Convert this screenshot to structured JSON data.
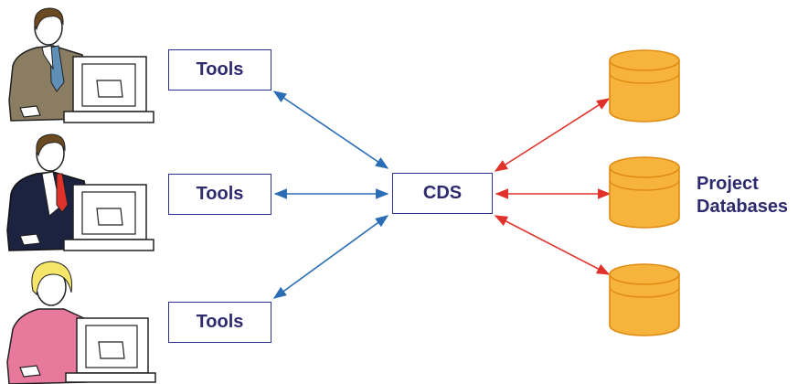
{
  "users": [
    {
      "role": "user",
      "icon": "person-at-computer-icon"
    },
    {
      "role": "user",
      "icon": "person-at-computer-icon"
    },
    {
      "role": "user",
      "icon": "person-at-computer-icon"
    }
  ],
  "tools_boxes": [
    {
      "label": "Tools"
    },
    {
      "label": "Tools"
    },
    {
      "label": "Tools"
    }
  ],
  "hub": {
    "label": "CDS"
  },
  "databases": {
    "label_line1": "Project",
    "label_line2": "Databases",
    "count": 3,
    "icon": "database-cylinder-icon"
  },
  "colors": {
    "box_border": "#2e3192",
    "box_text": "#2e2a6e",
    "tools_arrow": "#2a6db5",
    "db_arrow": "#e0322b",
    "db_fill": "#f6b43c",
    "db_stroke": "#e08a12"
  }
}
